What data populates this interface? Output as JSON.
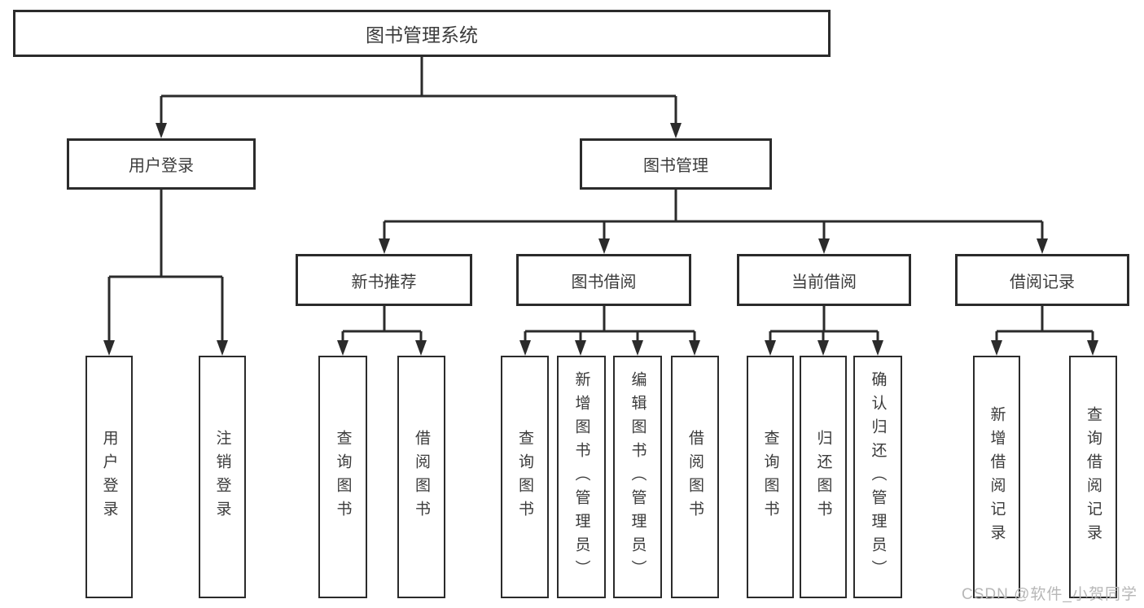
{
  "root": {
    "label": "图书管理系统"
  },
  "level1": [
    {
      "label": "用户登录"
    },
    {
      "label": "图书管理"
    }
  ],
  "level2": [
    {
      "label": "新书推荐"
    },
    {
      "label": "图书借阅"
    },
    {
      "label": "当前借阅"
    },
    {
      "label": "借阅记录"
    }
  ],
  "leaves": [
    {
      "label": "用户登录",
      "parent": "用户登录"
    },
    {
      "label": "注销登录",
      "parent": "用户登录"
    },
    {
      "label": "查询图书",
      "parent": "新书推荐"
    },
    {
      "label": "借阅图书",
      "parent": "新书推荐"
    },
    {
      "label": "查询图书",
      "parent": "图书借阅"
    },
    {
      "label": "新增图书（管理员）",
      "parent": "图书借阅"
    },
    {
      "label": "编辑图书（管理员）",
      "parent": "图书借阅"
    },
    {
      "label": "借阅图书",
      "parent": "图书借阅"
    },
    {
      "label": "查询图书",
      "parent": "当前借阅"
    },
    {
      "label": "归还图书",
      "parent": "当前借阅"
    },
    {
      "label": "确认归还（管理员）",
      "parent": "当前借阅"
    },
    {
      "label": "新增借阅记录",
      "parent": "借阅记录"
    },
    {
      "label": "查询借阅记录",
      "parent": "借阅记录"
    }
  ],
  "watermark": {
    "text": "CSDN @软件_小贺同学"
  },
  "colors": {
    "line": "#2b2b2b",
    "text": "#3b3b3b",
    "background": "#ffffff",
    "watermark": "#b7b7b7"
  }
}
